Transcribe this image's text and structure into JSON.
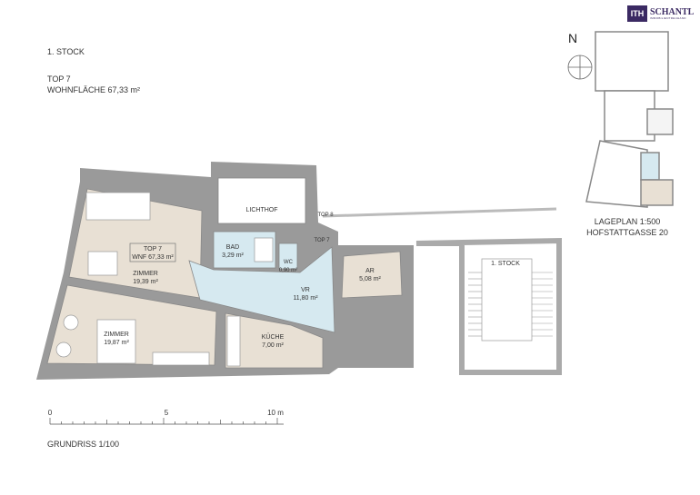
{
  "header": {
    "floor": "1. STOCK",
    "unit": "TOP  7",
    "area": "WOHNFLÄCHE 67,33 m²"
  },
  "logo": {
    "mark": "ITH",
    "name": "SCHANTL",
    "subtitle": "IMMOBILIENTREUHAND",
    "color": "#3b2a63"
  },
  "site_plan": {
    "north": "N",
    "scale": "LAGEPLAN 1:500",
    "address": "HOFSTATTGASSE 20"
  },
  "plan": {
    "unit_tag": {
      "line1": "TOP 7",
      "line2": "WNF 67,33 m²"
    },
    "rooms": [
      {
        "name": "ZIMMER",
        "area": "19,39 m²"
      },
      {
        "name": "ZIMMER",
        "area": "19,87 m²"
      },
      {
        "name": "LICHTHOF",
        "area": ""
      },
      {
        "name": "BAD",
        "area": "3,29 m²"
      },
      {
        "name": "WC",
        "area": "0,90 m²"
      },
      {
        "name": "VR",
        "area": "11,80 m²"
      },
      {
        "name": "KÜCHE",
        "area": "7,00 m²"
      },
      {
        "name": "AR",
        "area": "5,08 m²"
      }
    ],
    "neighbor_labels": [
      "TOP 8",
      "TOP 7"
    ],
    "stair_label": "1. STOCK",
    "colors": {
      "living": "#e8e0d4",
      "wet": "#d6e9f0",
      "wall": "#9a9a9a"
    }
  },
  "scale_bar": {
    "ticks": [
      "0",
      "5",
      "10 m"
    ],
    "title": "GRUNDRISS 1/100"
  }
}
